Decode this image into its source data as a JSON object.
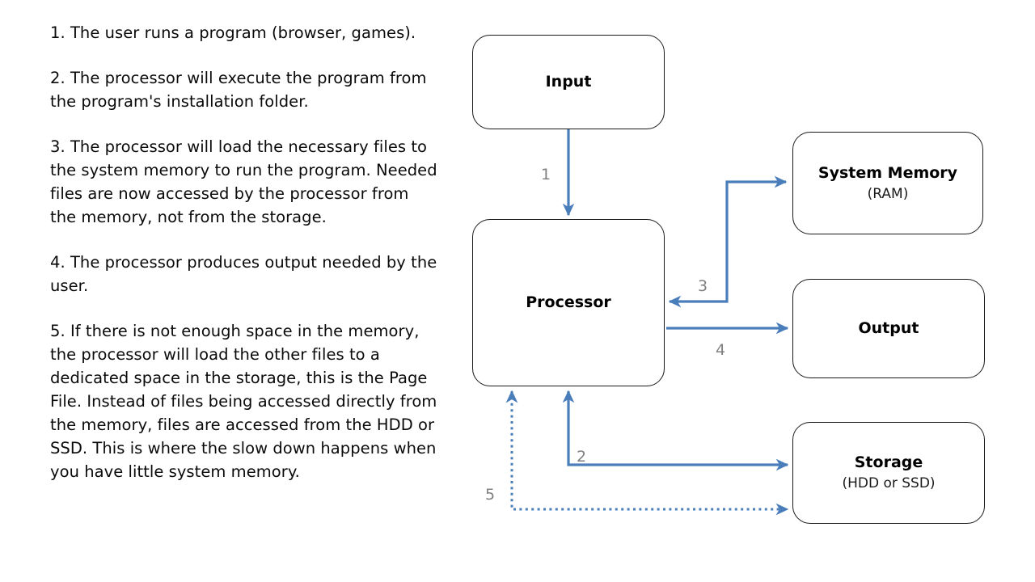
{
  "steps": {
    "heading": "",
    "items": [
      "1. The user runs a program (browser, games).",
      "2. The processor will execute the program from the program's installation folder.",
      "3. The processor will load the necessary files to the system memory to run the program. Needed files are now accessed by the processor from the memory, not from the storage.",
      "4. The processor produces output needed by the user.",
      "5. If there is not enough space in the memory, the processor will load the other files to a dedicated space in the storage, this is the Page File. Instead of files being accessed directly from the memory, files are accessed from the HDD or SSD. This is where the slow down happens when you have little system memory."
    ]
  },
  "diagram": {
    "nodes": {
      "input": {
        "title": "Input",
        "subtitle": ""
      },
      "processor": {
        "title": "Processor",
        "subtitle": ""
      },
      "system_memory": {
        "title": "System Memory",
        "subtitle": "(RAM)"
      },
      "output": {
        "title": "Output",
        "subtitle": ""
      },
      "storage": {
        "title": "Storage",
        "subtitle": "(HDD or SSD)"
      }
    },
    "flows": [
      {
        "id": "1",
        "label": "1",
        "from": "input",
        "to": "processor",
        "style": "solid",
        "arrows": "single"
      },
      {
        "id": "2",
        "label": "2",
        "from": "processor",
        "to": "storage",
        "style": "solid",
        "arrows": "double"
      },
      {
        "id": "3",
        "label": "3",
        "from": "processor",
        "to": "system_memory",
        "style": "solid",
        "arrows": "double"
      },
      {
        "id": "4",
        "label": "4",
        "from": "processor",
        "to": "output",
        "style": "solid",
        "arrows": "single"
      },
      {
        "id": "5",
        "label": "5",
        "from": "processor",
        "to": "storage",
        "style": "dotted",
        "arrows": "double"
      }
    ],
    "colors": {
      "connector": "#4a7ebb",
      "node_border": "#1a1a1a",
      "node_fill": "#ffffff",
      "label_text": "#808080",
      "body_text": "#0a0a0a"
    }
  }
}
